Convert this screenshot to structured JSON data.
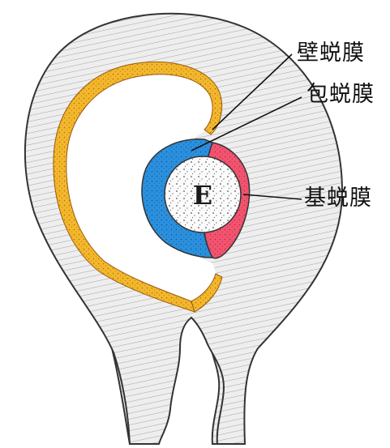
{
  "labels": {
    "decidua_parietalis": "壁蜕膜",
    "decidua_capsularis": "包蜕膜",
    "decidua_basalis": "基蜕膜",
    "embryo": "E"
  },
  "colors": {
    "decidua_parietalis": "#f0b428",
    "decidua_capsularis": "#2a8fdc",
    "decidua_basalis": "#f0506e",
    "wall": "#e9e9e9",
    "outline": "#333333"
  }
}
